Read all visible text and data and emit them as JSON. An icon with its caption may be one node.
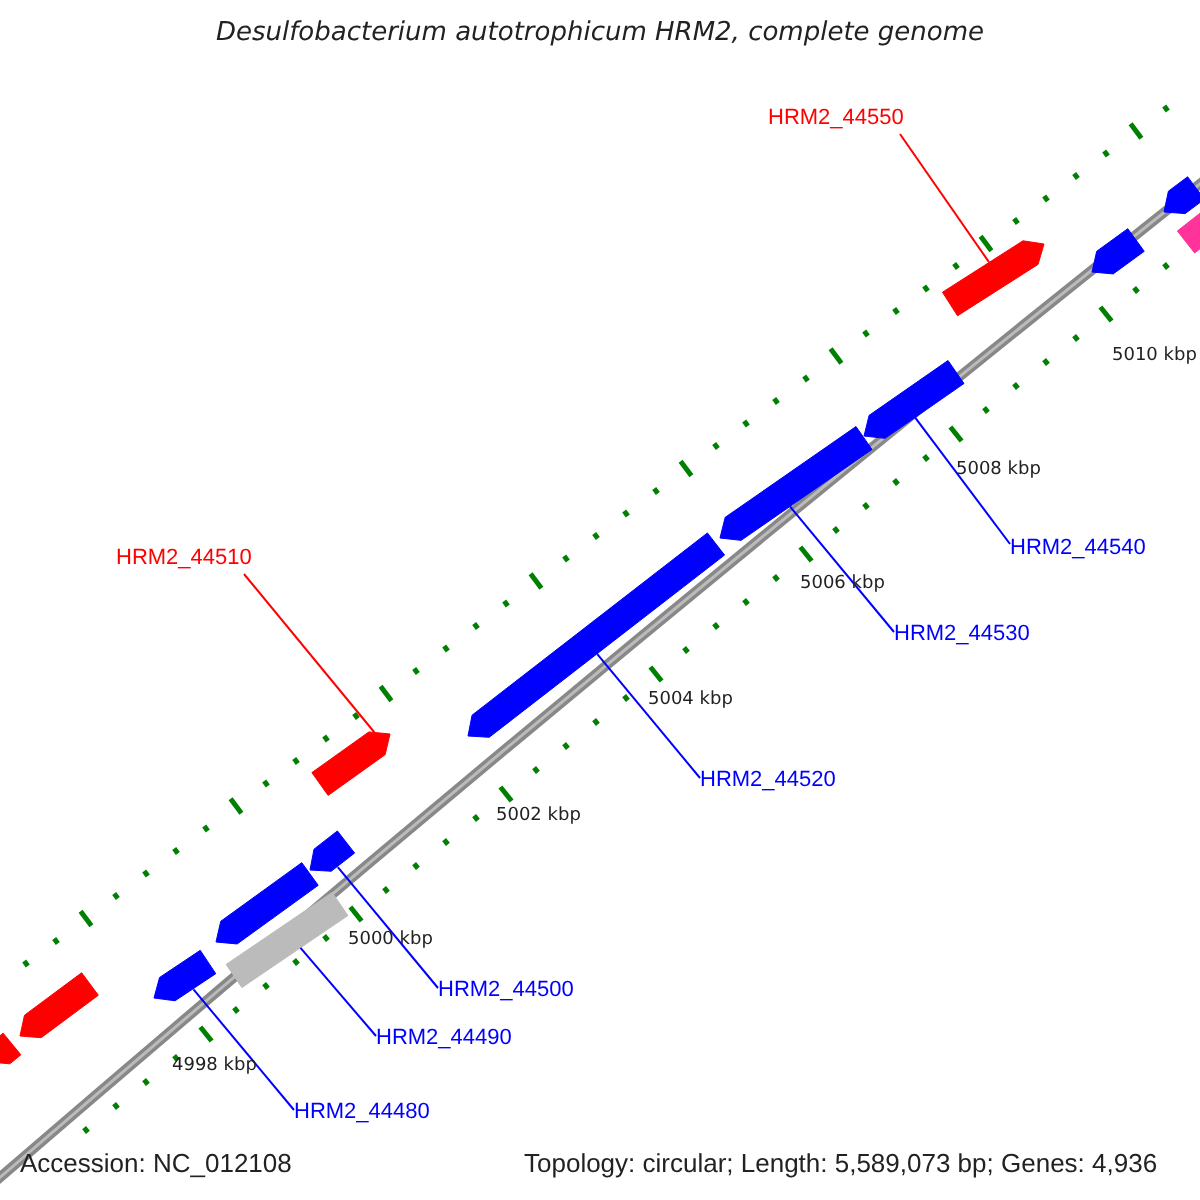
{
  "diagram": {
    "title": "Desulfobacterium autotrophicum HRM2, complete genome",
    "nodes": [
      {
        "text": [
          "HRM2_44550"
        ]
      },
      {
        "text": [],
        "shape": "bar"
      },
      {
        "text": [
          "HRM2_44510"
        ]
      },
      {
        "text": [],
        "shape": "bar"
      },
      {
        "text": [
          "HRM2_44540"
        ]
      },
      {
        "text": [],
        "shape": "bar"
      },
      {
        "text": [
          "HRM2_44530"
        ]
      },
      {
        "text": [],
        "shape": "bar"
      },
      {
        "text": [
          "HRM2_44520"
        ]
      },
      {
        "text": [],
        "shape": "bar"
      },
      {
        "text": [
          "HRM2_44500"
        ]
      },
      {
        "text": [],
        "shape": "bar"
      },
      {
        "text": [
          "HRM2_44490"
        ]
      },
      {
        "text": [],
        "shape": "box"
      },
      {
        "text": [
          "HRM2_44480"
        ]
      },
      {
        "text": [],
        "shape": "bar"
      },
      {
        "text": [],
        "shape": "bar"
      },
      {
        "text": [],
        "shape": "bar"
      },
      {
        "text": [],
        "shape": "bar"
      },
      {
        "text": [],
        "shape": "bar"
      },
      {
        "text": [],
        "shape": "bar"
      },
      {
        "text": [],
        "shape": "box"
      }
    ],
    "edges": [
      {
        "from": 0,
        "to": 1,
        "arrow": "none",
        "color": "#ff0000"
      },
      {
        "from": 2,
        "to": 3,
        "arrow": "none",
        "color": "#ff0000"
      },
      {
        "from": 4,
        "to": 5,
        "arrow": "none"
      },
      {
        "from": 6,
        "to": 7,
        "arrow": "none"
      },
      {
        "from": 8,
        "to": 9,
        "arrow": "none"
      },
      {
        "from": 10,
        "to": 11,
        "arrow": "none"
      },
      {
        "from": 12,
        "to": 13,
        "arrow": "none"
      },
      {
        "from": 14,
        "to": 15,
        "arrow": "none"
      }
    ],
    "labels": [
      "5010 kbp",
      "5008 kbp",
      "5006 kbp",
      "5004 kbp",
      "5002 kbp",
      "5000 kbp",
      "4998 kbp",
      "Accession: NC_012108",
      "Topology: circular; Length: 5,589,073 bp; Genes: 4,936"
    ]
  }
}
